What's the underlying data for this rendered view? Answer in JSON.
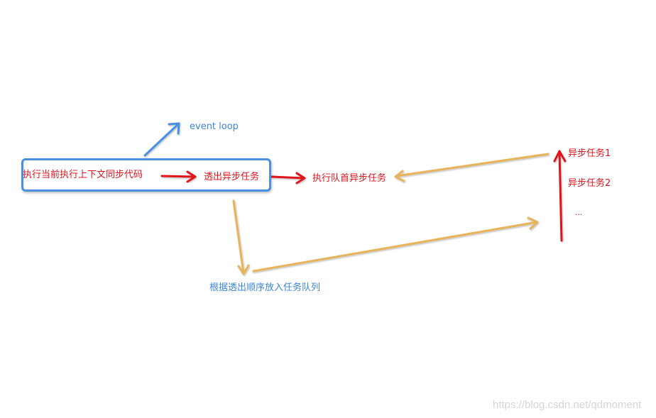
{
  "diagram": {
    "nodes": {
      "event_loop": "event loop",
      "sync_code": "执行当前执行上下文同步代码",
      "emit_async": "透出异步任务",
      "exec_queue_head": "执行队首异步任务",
      "enqueue": "根据透出顺序放入任务队列",
      "async_task_1": "异步任务1",
      "async_task_2": "异步任务2",
      "ellipsis": "..."
    },
    "colors": {
      "blue": "#4a90e2",
      "red": "#e0141c",
      "orange": "#e8b45a"
    }
  },
  "watermark": "https://blog.csdn.net/qdmoment"
}
